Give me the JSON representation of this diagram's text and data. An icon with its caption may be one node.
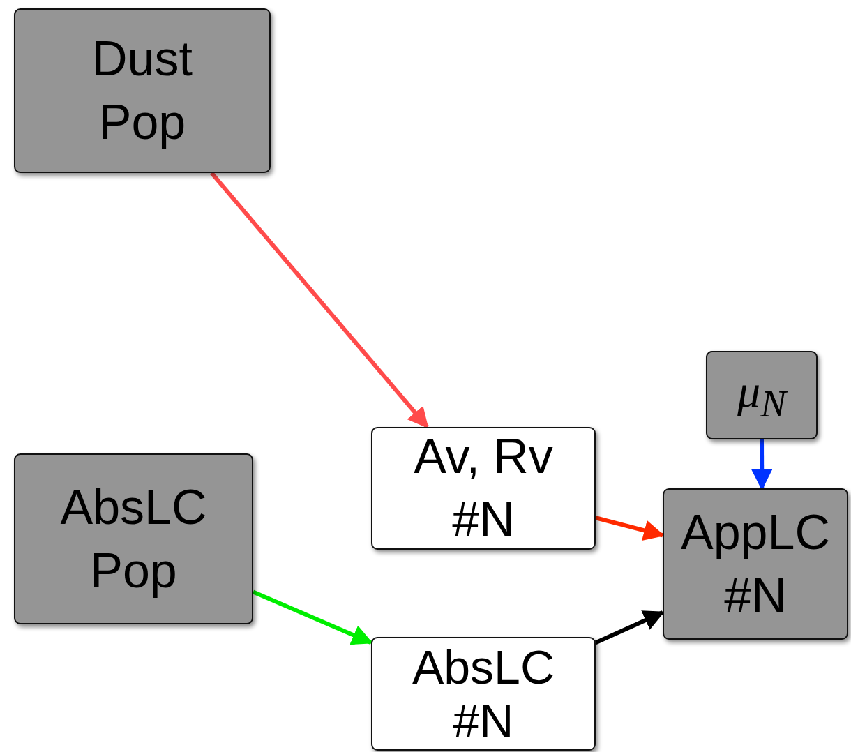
{
  "diagram": {
    "nodes": [
      {
        "text": [
          "Dust Pop"
        ]
      },
      {
        "text": [
          "AbsLC Pop"
        ]
      },
      {
        "text": [
          "Av, Rv #N"
        ]
      },
      {
        "text": [
          "μ$_{N}$"
        ]
      },
      {
        "text": [
          "AppLC #N"
        ]
      },
      {
        "text": [
          "AbsLC #N"
        ]
      }
    ],
    "edges": [
      {
        "from": 0,
        "to": 2,
        "arrow": "to",
        "color": "#ff4b4b"
      },
      {
        "from": 1,
        "to": 5,
        "arrow": "to",
        "color": "#00ee00"
      },
      {
        "from": 2,
        "to": 4,
        "arrow": "to",
        "color": "#ff2a00"
      },
      {
        "from": 5,
        "to": 4,
        "arrow": "to",
        "color": "#000000"
      },
      {
        "from": 3,
        "to": 4,
        "arrow": "to",
        "color": "#0033ff"
      }
    ]
  }
}
